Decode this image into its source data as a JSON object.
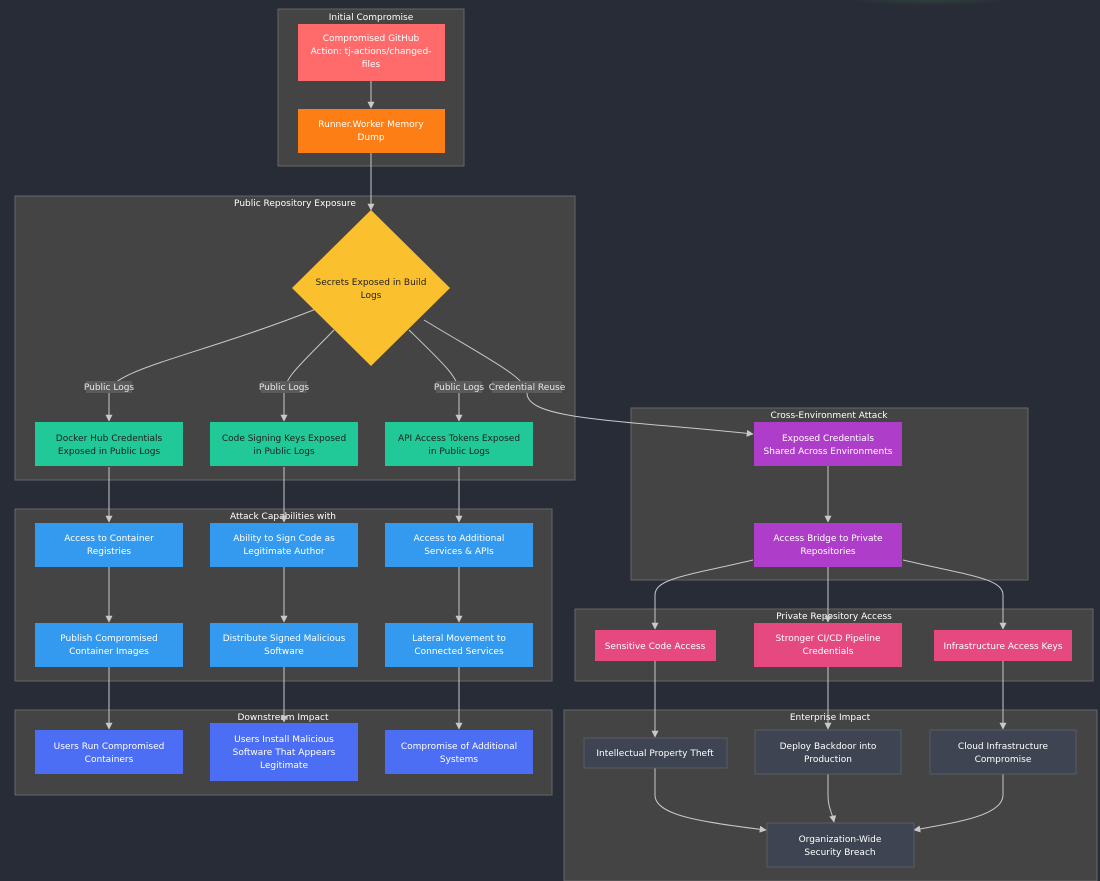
{
  "colors": {
    "background": "#282c37",
    "cluster_fill": "#444444",
    "red": "#ff6b6b",
    "orange": "#fd7e14",
    "yellow": "#fbc02d",
    "green": "#20c997",
    "blue": "#339af0",
    "indigo": "#4c6ef5",
    "purple": "#ae3ec9",
    "pink": "#e64980",
    "gray": "#3e4451"
  },
  "clusters": {
    "initial_compromise": "Initial Compromise",
    "public_repository_exposure": "Public Repository Exposure",
    "attack_capabilities": "Attack Capabilities with",
    "downstream_impact": "Downstream Impact",
    "cross_environment_attack": "Cross-Environment Attack",
    "private_repository_access": "Private Repository Access",
    "enterprise_impact": "Enterprise Impact"
  },
  "nodes": {
    "compromised_action": [
      "Compromised GitHub",
      "Action: tj-actions/changed-",
      "files"
    ],
    "memory_dump": [
      "Runner.Worker Memory",
      "Dump"
    ],
    "secrets_exposed": [
      "Secrets Exposed in Build",
      "Logs"
    ],
    "docker_creds": [
      "Docker Hub Credentials",
      "Exposed in Public Logs"
    ],
    "signing_keys": [
      "Code Signing Keys Exposed",
      "in Public Logs"
    ],
    "api_tokens": [
      "API Access Tokens Exposed",
      "in Public Logs"
    ],
    "container_access": [
      "Access to Container",
      "Registries"
    ],
    "sign_code": [
      "Ability to Sign Code as",
      "Legitimate Author"
    ],
    "services_access": [
      "Access to Additional",
      "Services & APIs"
    ],
    "publish_images": [
      "Publish Compromised",
      "Container Images"
    ],
    "distribute_software": [
      "Distribute Signed Malicious",
      "Software"
    ],
    "lateral_movement": [
      "Lateral Movement to",
      "Connected Services"
    ],
    "users_run": [
      "Users Run Compromised",
      "Containers"
    ],
    "users_install": [
      "Users Install Malicious",
      "Software That Appears",
      "Legitimate"
    ],
    "compromise_systems": [
      "Compromise of Additional",
      "Systems"
    ],
    "shared_creds": [
      "Exposed Credentials",
      "Shared Across Environments"
    ],
    "access_bridge": [
      "Access Bridge to Private",
      "Repositories"
    ],
    "sensitive_code": [
      "Sensitive Code Access"
    ],
    "pipeline_creds": [
      "Stronger CI/CD Pipeline",
      "Credentials"
    ],
    "infra_keys": [
      "Infrastructure Access Keys"
    ],
    "ip_theft": [
      "Intellectual Property Theft"
    ],
    "backdoor": [
      "Deploy Backdoor into",
      "Production"
    ],
    "cloud_compromise": [
      "Cloud Infrastructure",
      "Compromise"
    ],
    "org_breach": [
      "Organization-Wide",
      "Security Breach"
    ]
  },
  "edge_labels": {
    "public_logs_1": "Public Logs",
    "public_logs_2": "Public Logs",
    "public_logs_3": "Public Logs",
    "credential_reuse": "Credential Reuse"
  }
}
